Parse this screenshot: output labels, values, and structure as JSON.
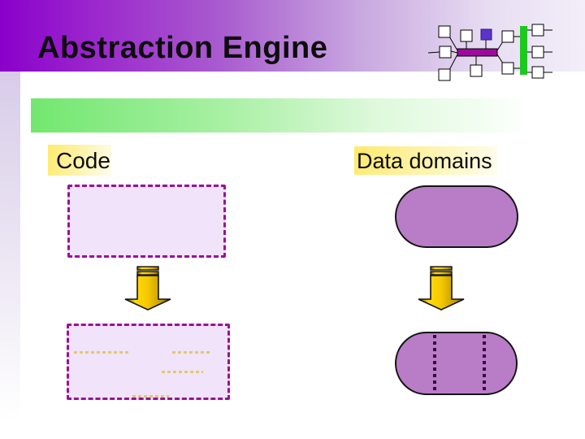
{
  "slide": {
    "title": "Abstraction Engine",
    "columns": {
      "left": {
        "heading": "Code"
      },
      "right": {
        "heading": "Data domains"
      }
    }
  },
  "icons": {
    "network_decoration": "network-diagram-decoration",
    "down_arrow": "striped-down-arrow"
  },
  "colors": {
    "header_gradient_start": "#8a00cb",
    "header_gradient_end": "#f3eef9",
    "left_strip": "#d8cce9",
    "green_bar_start": "#72e76f",
    "decoration_green": "#1fc81f",
    "decoration_magenta": "#9c0b9c",
    "decoration_violet_square": "#5b35c9",
    "highlight_yellow": "#ffea6e",
    "dashed_box_fill": "#f1e3f9",
    "dashed_box_border": "#9a119a",
    "stadium_fill": "#b97cc7",
    "stadium_border": "#141414",
    "arrow_gold": "#ffd90a",
    "tiny_text_dashes": "#dfca6d",
    "title_text": "#0d0d0d"
  }
}
